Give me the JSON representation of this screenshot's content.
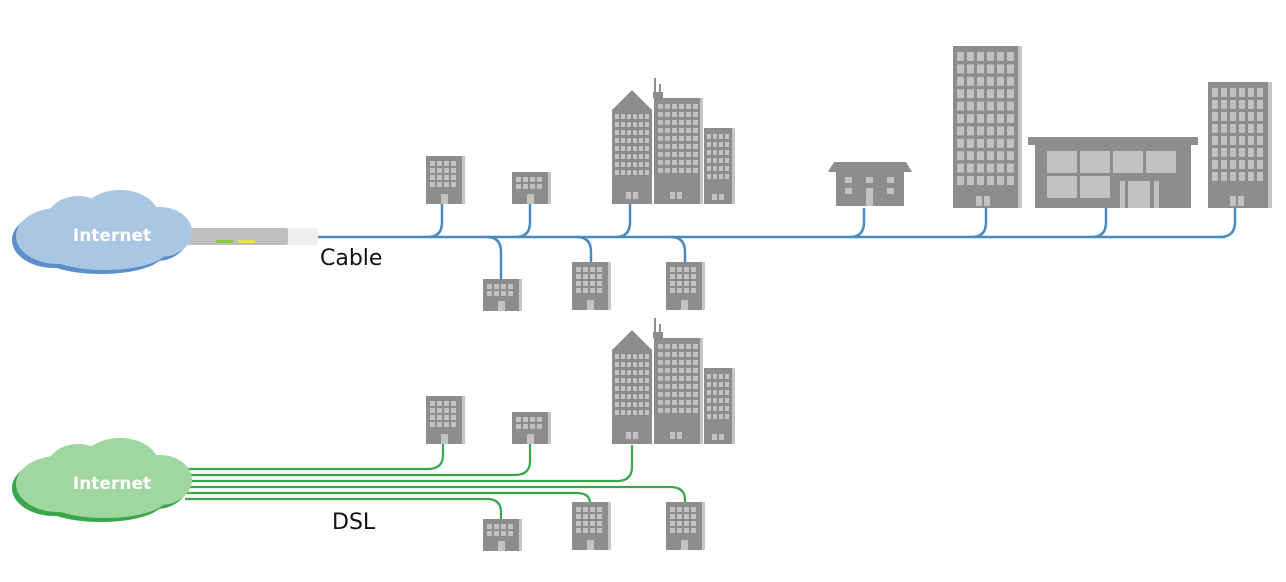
{
  "diagram": {
    "cable": {
      "cloud_label": "Internet",
      "network_label": "Cable",
      "cloud_color": "#a9c7e3",
      "cloud_shadow_color": "#5b8fcb",
      "line_color": "#4a8ac4",
      "modem": {
        "led_green": "#8cc63f",
        "led_yellow": "#e8e83a"
      },
      "buildings_above": [
        "office-small",
        "office-tiny",
        "city-cluster",
        "house",
        "tower",
        "store",
        "office-tall"
      ],
      "buildings_below": [
        "office-tiny",
        "office-small",
        "office-small"
      ]
    },
    "dsl": {
      "cloud_label": "Internet",
      "network_label": "DSL",
      "cloud_color": "#a0d6a0",
      "cloud_shadow_color": "#3aa64a",
      "line_color": "#3aa64a",
      "line_count": 6,
      "buildings_above": [
        "office-small",
        "office-tiny",
        "city-cluster"
      ],
      "buildings_below": [
        "office-tiny",
        "office-small",
        "office-small"
      ]
    },
    "building_color": "#8e8c8d",
    "building_window_color": "#c3c1c2",
    "building_side_color": "#c6c4c5"
  }
}
